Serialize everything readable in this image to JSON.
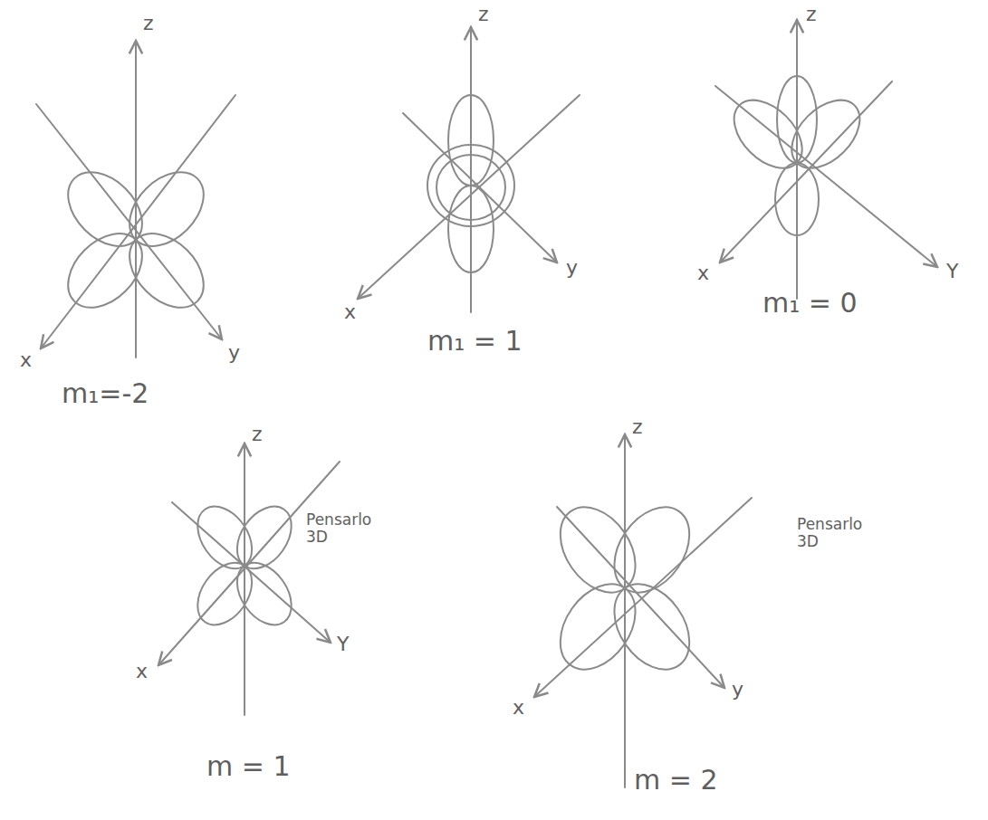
{
  "diagram": {
    "labels": [
      "z",
      "x",
      "y",
      "m₁=-2",
      "z",
      "x",
      "y",
      "m₁ = 1",
      "z",
      "x",
      "Y",
      "m₁ = 0",
      "z",
      "x",
      "Y",
      "Pensarlo 3D",
      "m = 1",
      "z",
      "y",
      "x",
      "Pensarlo 3D",
      "m = 2"
    ]
  }
}
